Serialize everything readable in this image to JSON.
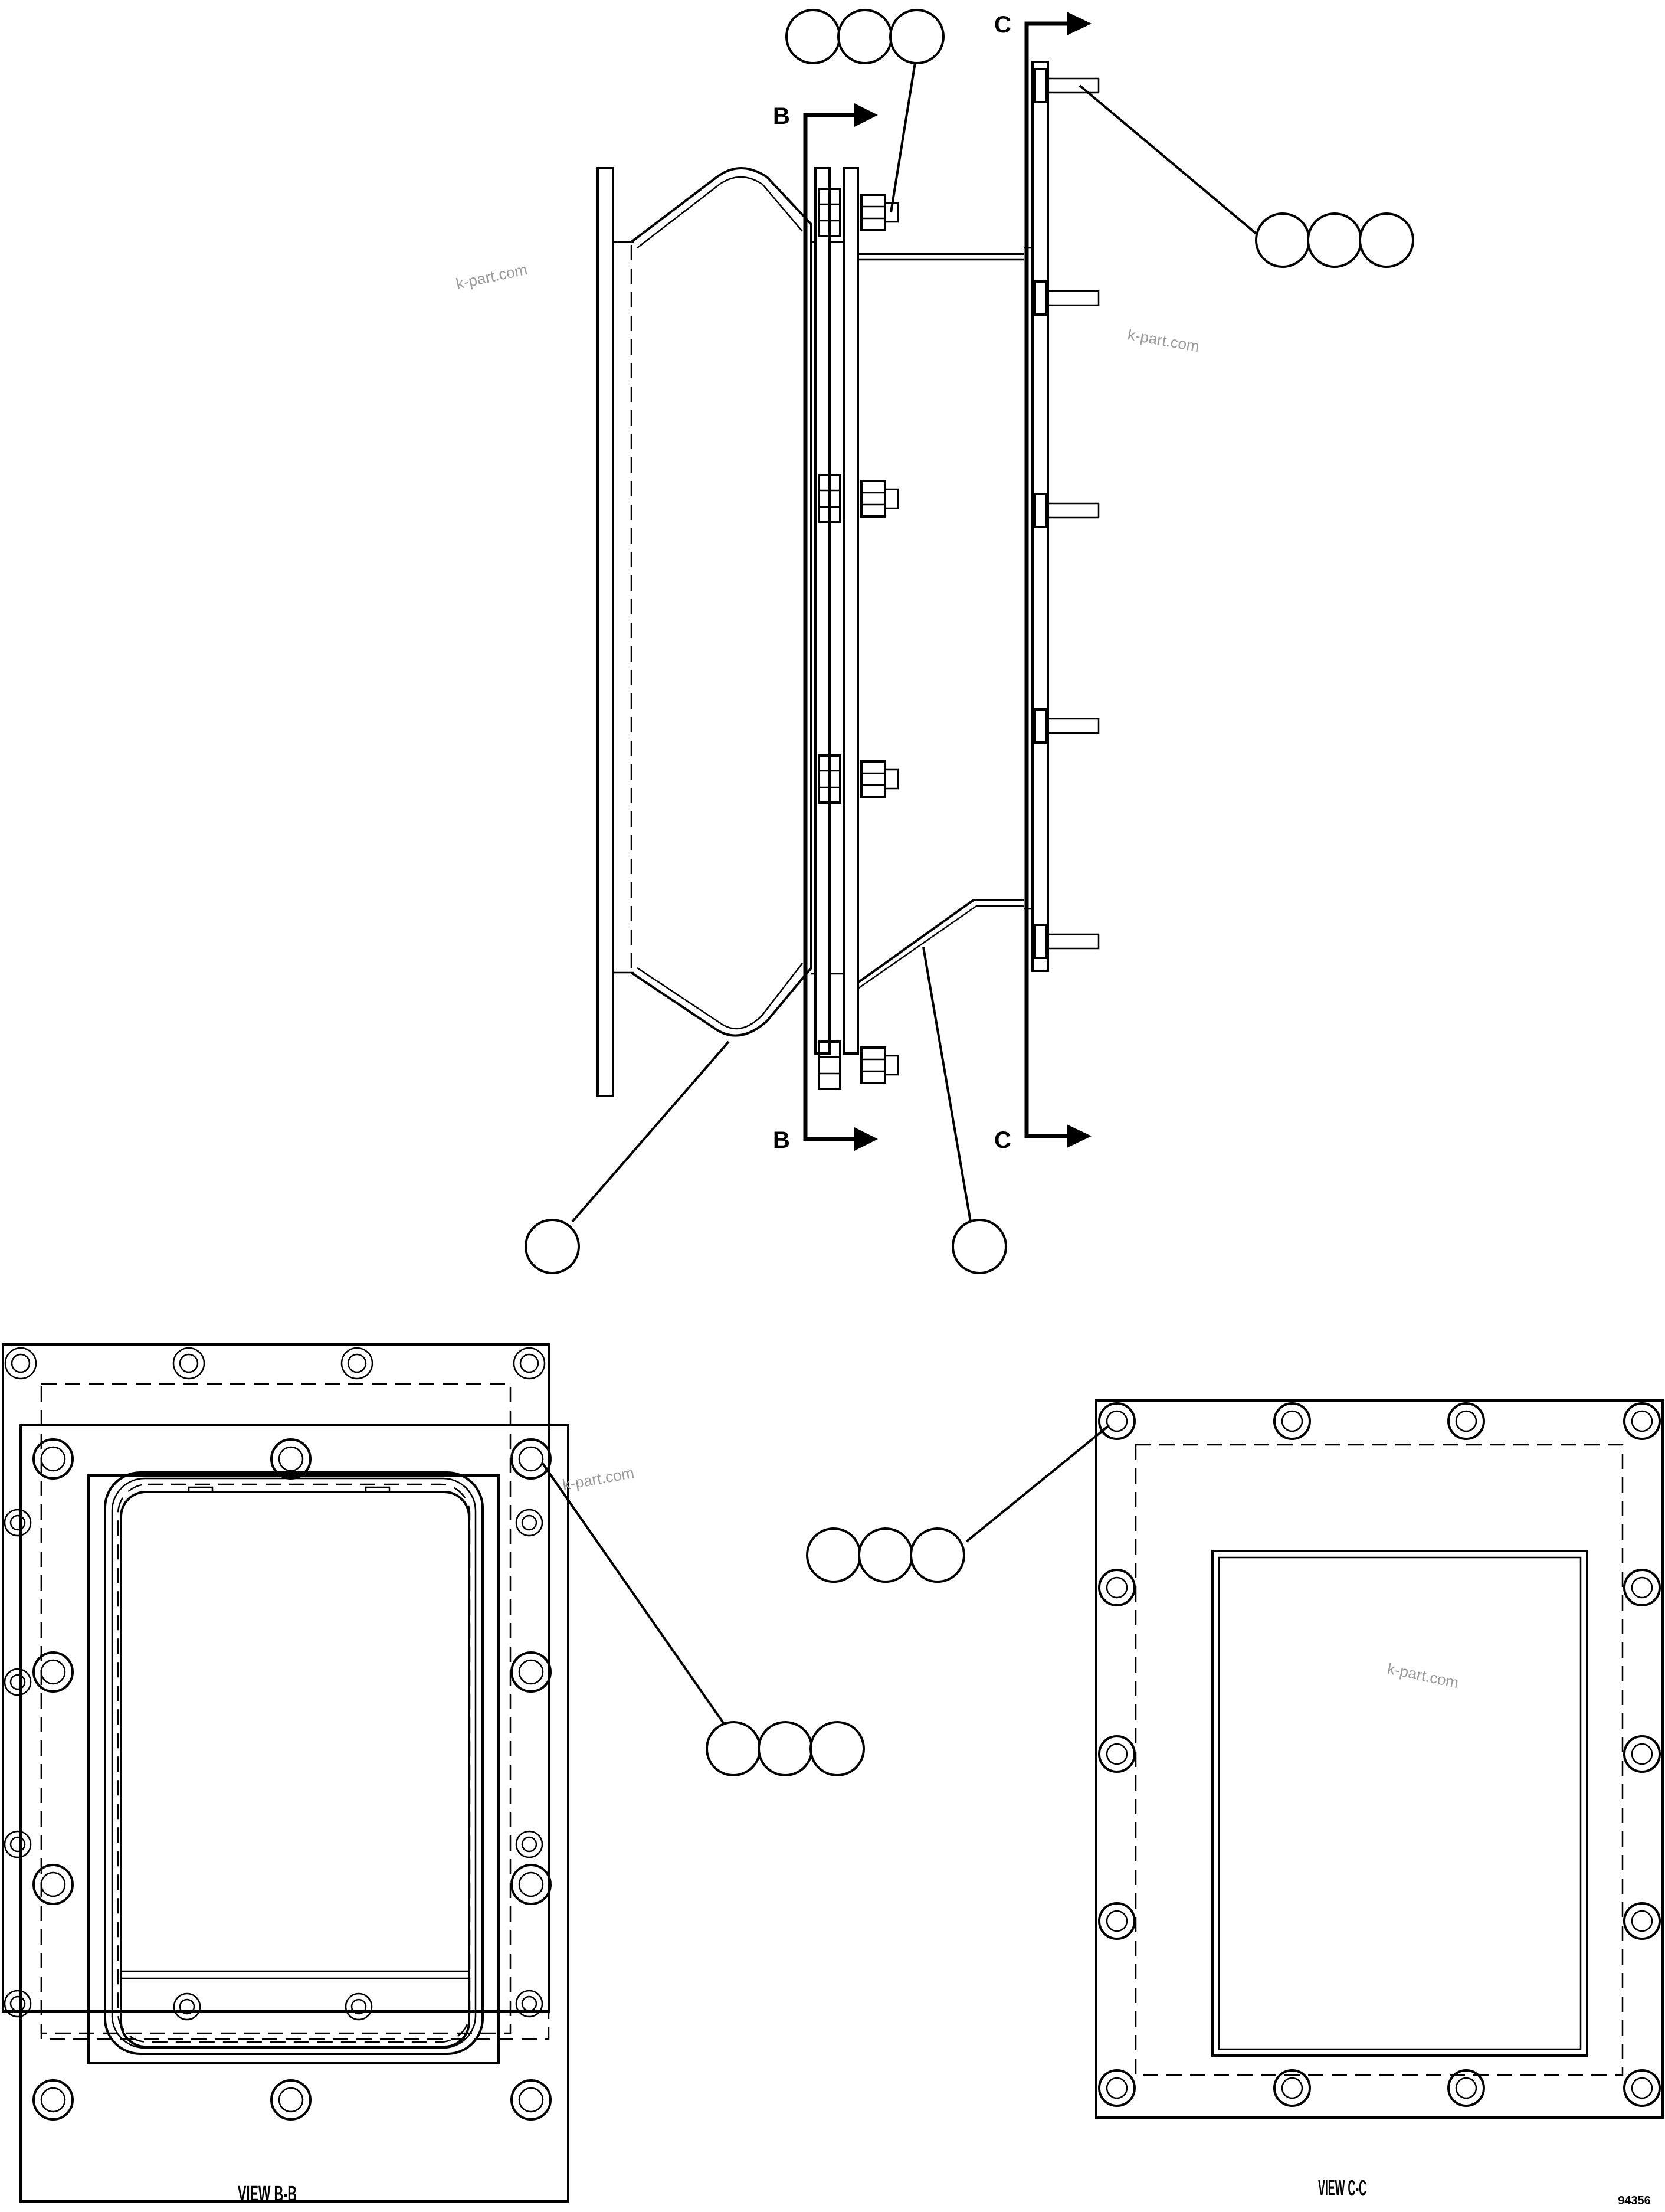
{
  "section_markers": {
    "b_top": "B",
    "b_bottom": "B",
    "c_top": "C",
    "c_bottom": "C"
  },
  "views": {
    "view_bb_label": "VIEW B-B",
    "view_cc_label": "VIEW C-C"
  },
  "watermarks": [
    "k-part.com",
    "k-part.com",
    "k-part.com",
    "k-part.com"
  ],
  "drawing_number": "94356",
  "callouts": {
    "balloon_groups_of_three": 4,
    "single_balloons": 2,
    "balloon_text": ""
  }
}
